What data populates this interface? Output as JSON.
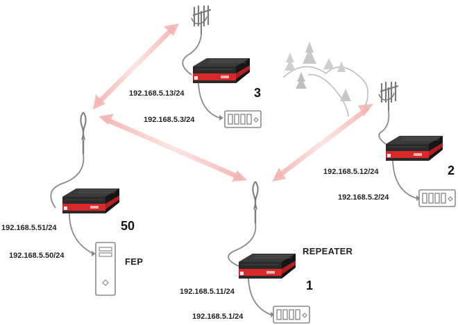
{
  "nodes": {
    "station_3": {
      "number": "3",
      "radio_ip": "192.168.5.13/24",
      "device_ip": "192.168.5.3/24"
    },
    "station_2": {
      "number": "2",
      "radio_ip": "192.168.5.12/24",
      "device_ip": "192.168.5.2/24"
    },
    "station_50": {
      "number": "50",
      "radio_ip": "192.168.5.51/24",
      "device_ip": "192.168.5.50/24",
      "device_label": "FEP"
    },
    "station_1": {
      "number": "1",
      "radio_ip": "192.168.5.11/24",
      "device_ip": "192.168.5.1/24",
      "role_label": "REPEATER"
    }
  },
  "colors": {
    "link_arrow": "#f4b6b2",
    "radio_body": "#2b2b2b",
    "radio_accent": "#d8282a",
    "outline_gray": "#8a8a8a"
  },
  "icons": {
    "yagi_antenna": "yagi-antenna-icon",
    "omni_antenna": "omni-antenna-icon",
    "radio_modem": "radio-modem-icon",
    "rtu": "rtu-device-icon",
    "server": "server-tower-icon",
    "terrain": "hills-trees-icon"
  }
}
